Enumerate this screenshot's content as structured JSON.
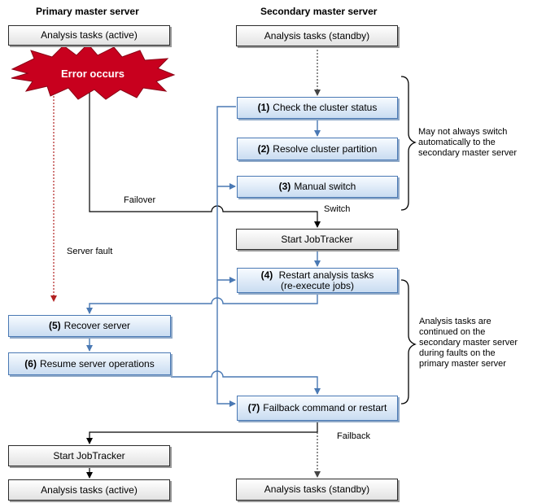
{
  "columns": {
    "primary": "Primary master server",
    "secondary": "Secondary master server"
  },
  "primary": {
    "analysis_active_top": "Analysis tasks (active)",
    "error": "Error occurs",
    "server_fault": "Server  fault",
    "recover": {
      "num": "(5)",
      "text": "Recover server"
    },
    "resume": {
      "num": "(6)",
      "text": "Resume server operations"
    },
    "start_jobtracker": "Start JobTracker",
    "analysis_active_bottom": "Analysis tasks (active)"
  },
  "secondary": {
    "analysis_standby_top": "Analysis tasks (standby)",
    "check": {
      "num": "(1)",
      "text": "Check the cluster status"
    },
    "resolve": {
      "num": "(2)",
      "text": "Resolve cluster partition"
    },
    "manual": {
      "num": "(3)",
      "text": "Manual  switch"
    },
    "start_jobtracker": "Start JobTracker",
    "restart": {
      "num": "(4)",
      "text": "Restart analysis tasks",
      "text2": "(re-execute jobs)"
    },
    "failback": {
      "num": "(7)",
      "text": "Failback command or restart"
    },
    "analysis_standby_bottom": "Analysis tasks (standby)"
  },
  "labels": {
    "failover": "Failover",
    "switch": "Switch",
    "failback": "Failback"
  },
  "notes": {
    "switch_note": [
      "May not always switch",
      "automatically to the",
      "secondary master server"
    ],
    "continue_note": [
      "Analysis tasks are",
      "continued on the",
      "secondary master server",
      "during faults on the",
      "primary master server"
    ]
  },
  "colors": {
    "flow_blue": "#4a79b4",
    "dotted_red": "#b22222",
    "burst_red": "#c8001e",
    "black_line": "#000000"
  }
}
